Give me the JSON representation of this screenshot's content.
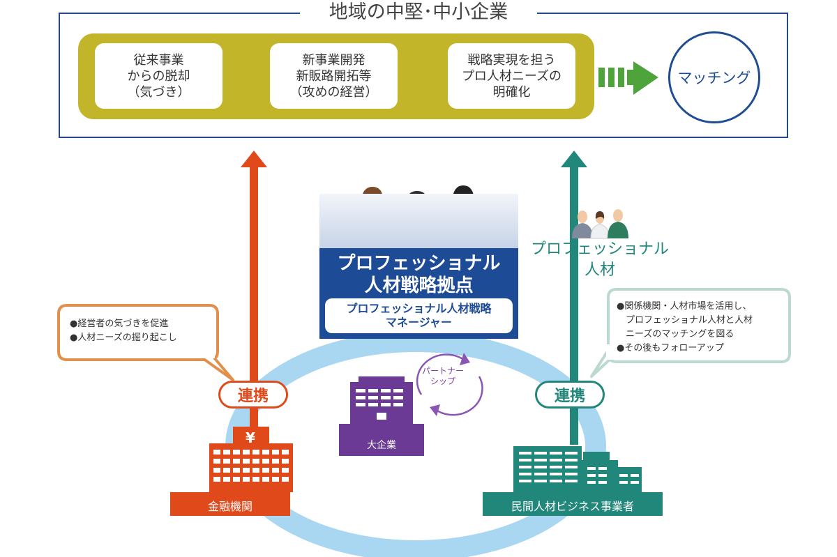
{
  "header": {
    "title": "地域の中堅･中小企業"
  },
  "steps": [
    {
      "label": "従来事業\nからの脱却\n（気づき）"
    },
    {
      "label": "新事業開発\n新販路開拓等\n（攻めの経営）"
    },
    {
      "label": "戦略実現を担う\nプロ人材ニーズの\n明確化"
    }
  ],
  "matching": {
    "label": "マッチング"
  },
  "hub": {
    "title": "プロフェッショナル\n人材戦略拠点",
    "manager": "プロフェッショナル人材戦略\nマネージャー"
  },
  "professional": {
    "label": "プロフェッショナル\n人材"
  },
  "callout_left": {
    "text": "●経営者の気づきを促進\n●人材ニーズの掘り起こし"
  },
  "callout_right": {
    "text": "●関係機関・人材市場を活用し、\n　プロフェッショナル人材と人材\n　ニーズのマッチングを図る\n●その後もフォローアップ"
  },
  "renkei": {
    "label": "連携"
  },
  "partnership": {
    "label": "パートナー\nシップ"
  },
  "entities": {
    "financial": "金融機関",
    "large_company": "大企業",
    "private_hr": "民間人材ビジネス事業者"
  },
  "yen": "¥",
  "colors": {
    "navy": "#1e4b96",
    "olive": "#c2b52a",
    "orange_red": "#e04a1b",
    "teal": "#21877a",
    "purple": "#6a3a94",
    "light_blue": "#a9d7f2",
    "green_arrow": "#4ea43a",
    "callout_left_border": "#e0904a",
    "callout_right_border": "#bcd9cf"
  }
}
